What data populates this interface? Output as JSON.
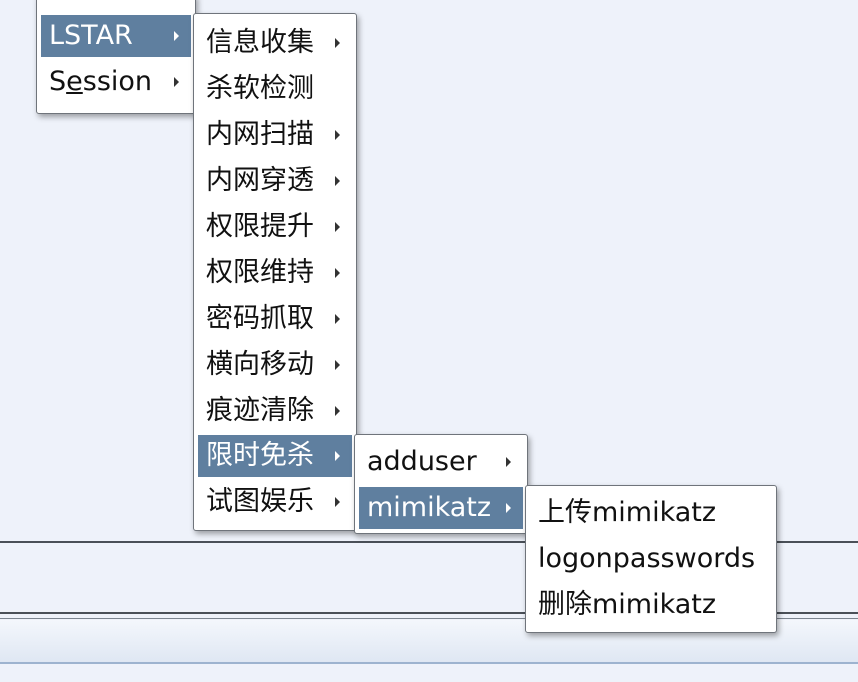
{
  "menu1": {
    "items": [
      {
        "label": "LSTAR",
        "has_submenu": true,
        "selected": true
      },
      {
        "label_prefix": "S",
        "label_mnemonic": "e",
        "label_suffix": "ssion",
        "has_submenu": true,
        "selected": false
      }
    ]
  },
  "menu2": {
    "items": [
      {
        "label": "信息收集",
        "has_submenu": true
      },
      {
        "label": "杀软检测",
        "has_submenu": false
      },
      {
        "label": "内网扫描",
        "has_submenu": true
      },
      {
        "label": "内网穿透",
        "has_submenu": true
      },
      {
        "label": "权限提升",
        "has_submenu": true
      },
      {
        "label": "权限维持",
        "has_submenu": true
      },
      {
        "label": "密码抓取",
        "has_submenu": true
      },
      {
        "label": "横向移动",
        "has_submenu": true
      },
      {
        "label": "痕迹清除",
        "has_submenu": true
      },
      {
        "label": "限时免杀",
        "has_submenu": true,
        "selected": true
      },
      {
        "label": "试图娱乐",
        "has_submenu": true
      }
    ]
  },
  "menu3": {
    "items": [
      {
        "label": "adduser",
        "has_submenu": true
      },
      {
        "label": "mimikatz",
        "has_submenu": true,
        "selected": true
      }
    ]
  },
  "menu4": {
    "items": [
      {
        "label": "上传mimikatz"
      },
      {
        "label": "logonpasswords"
      },
      {
        "label": "删除mimikatz"
      }
    ]
  },
  "colors": {
    "selection": "#5f7f9f",
    "background": "#eef2fa",
    "menu_background": "#ffffff"
  }
}
